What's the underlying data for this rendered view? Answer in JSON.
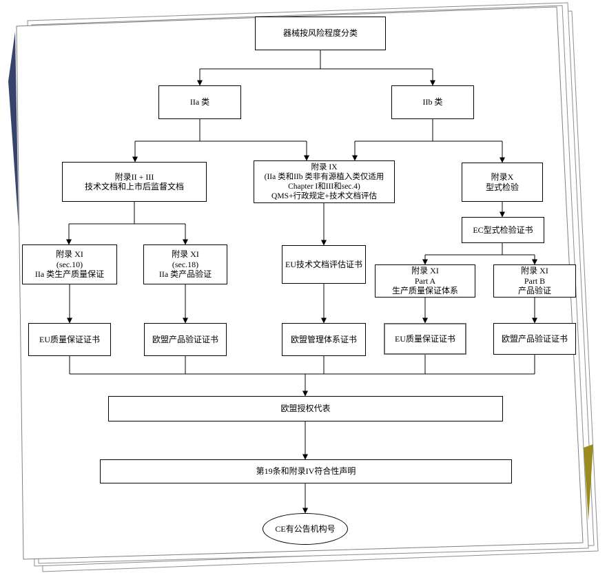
{
  "diagram": {
    "type": "flowchart",
    "language": "zh-CN",
    "nodes": {
      "root": {
        "label_lines": [
          "器械按风险程度分类"
        ]
      },
      "class_iia": {
        "label_lines": [
          "IIa 类"
        ]
      },
      "class_iib": {
        "label_lines": [
          "IIb 类"
        ]
      },
      "annex_ii_iii": {
        "label_lines": [
          "附录II + III",
          "技术文档和上市后监督文档"
        ]
      },
      "annex_ix": {
        "label_lines": [
          "附录 IX",
          "(IIa 类和IIb 类非有源植入类仅适用",
          "Chapter I和III和sec.4)",
          "QMS+行政规定+技术文档评估"
        ]
      },
      "annex_x": {
        "label_lines": [
          "附录X",
          "型式检验"
        ]
      },
      "ec_type_cert": {
        "label_lines": [
          "EC型式检验证书"
        ]
      },
      "annex_xi_sec10": {
        "label_lines": [
          "附录 XI",
          "(sec.10)",
          "IIa 类生产质量保证"
        ]
      },
      "annex_xi_sec18": {
        "label_lines": [
          "附录 XI",
          "(sec.18)",
          "IIa 类产品验证"
        ]
      },
      "eu_tech_doc_cert": {
        "label_lines": [
          "EU技术文档评估证书"
        ]
      },
      "annex_xi_part_a": {
        "label_lines": [
          "附录 XI",
          "Part A",
          "生产质量保证体系"
        ]
      },
      "annex_xi_part_b": {
        "label_lines": [
          "附录 XI",
          "Part B",
          "产品验证"
        ]
      },
      "eu_qa_cert_left": {
        "label_lines": [
          "EU质量保证证书"
        ]
      },
      "eu_product_verif_cert_left": {
        "label_lines": [
          "欧盟产品验证证书"
        ]
      },
      "eu_mgmt_system_cert": {
        "label_lines": [
          "欧盟管理体系证书"
        ]
      },
      "eu_qa_cert_right": {
        "label_lines": [
          "EU质量保证证书"
        ]
      },
      "eu_product_verif_cert_right": {
        "label_lines": [
          "欧盟产品验证证书"
        ]
      },
      "eu_authorized_rep": {
        "label_lines": [
          "欧盟授权代表"
        ]
      },
      "declaration": {
        "label_lines": [
          "第19条和附录IV符合性声明"
        ]
      },
      "ce_mark": {
        "label_lines": [
          "CE有公告机构号"
        ]
      }
    },
    "colors": {
      "node_border": "#000000",
      "node_fill": "#ffffff",
      "text": "#000000",
      "connector": "#000000",
      "page_edge": "#8d8d8d",
      "navy_sliver": "#36436b",
      "olive_sliver": "#9a8c1e",
      "selected_border": "#6b6b6b"
    }
  }
}
